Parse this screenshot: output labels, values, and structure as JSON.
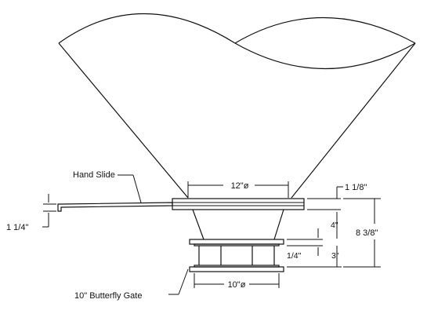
{
  "labels": {
    "hand_slide": "Hand Slide",
    "slide_thickness": "1 1/4\"",
    "top_diameter": "12\"ø",
    "flange_thickness": "1 1/8\"",
    "overall_height": "8 3/8\"",
    "transition_height": "4\"",
    "gasket": "1/4\"",
    "gate_height": "3\"",
    "bottom_diameter": "10\"ø",
    "butterfly_gate": "10\" Butterfly Gate"
  }
}
